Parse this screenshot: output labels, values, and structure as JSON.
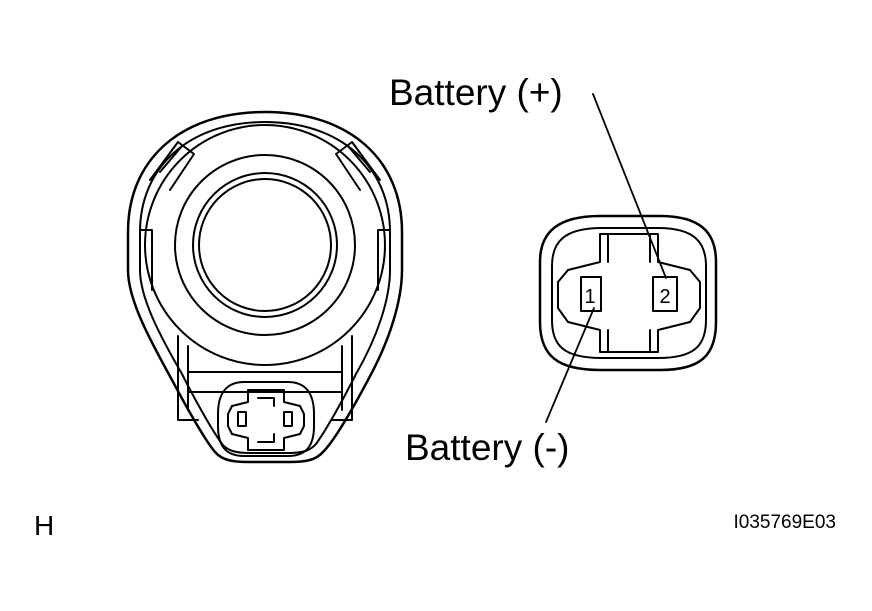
{
  "labels": {
    "battery_plus": "Battery (+)",
    "battery_minus": "Battery (-)",
    "pin_1": "1",
    "pin_2": "2",
    "view_letter": "H",
    "figure_code": "I035769E03"
  },
  "colors": {
    "stroke": "#000000",
    "background": "#ffffff"
  }
}
